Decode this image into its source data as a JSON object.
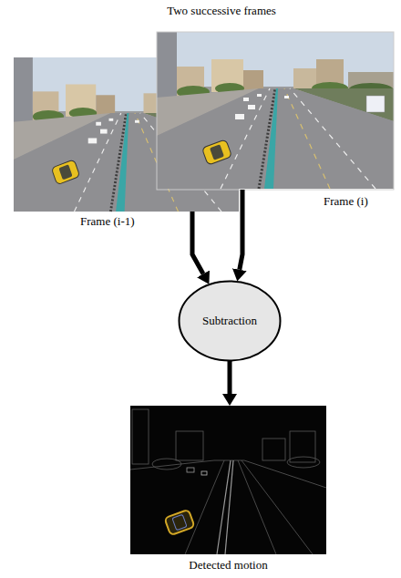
{
  "diagram": {
    "title": "Two successive frames",
    "nodes": [
      {
        "text": [
          "Frame (i-1)"
        ]
      },
      {
        "text": [
          "Frame (i)"
        ]
      },
      {
        "text": [
          "Subtraction"
        ]
      },
      {
        "text": [
          "Detected motion"
        ]
      }
    ],
    "edges": [
      {
        "from": 0,
        "to": 2,
        "arrow": "to"
      },
      {
        "from": 1,
        "to": 2,
        "arrow": "to"
      },
      {
        "from": 2,
        "to": 3,
        "arrow": "to"
      }
    ]
  }
}
